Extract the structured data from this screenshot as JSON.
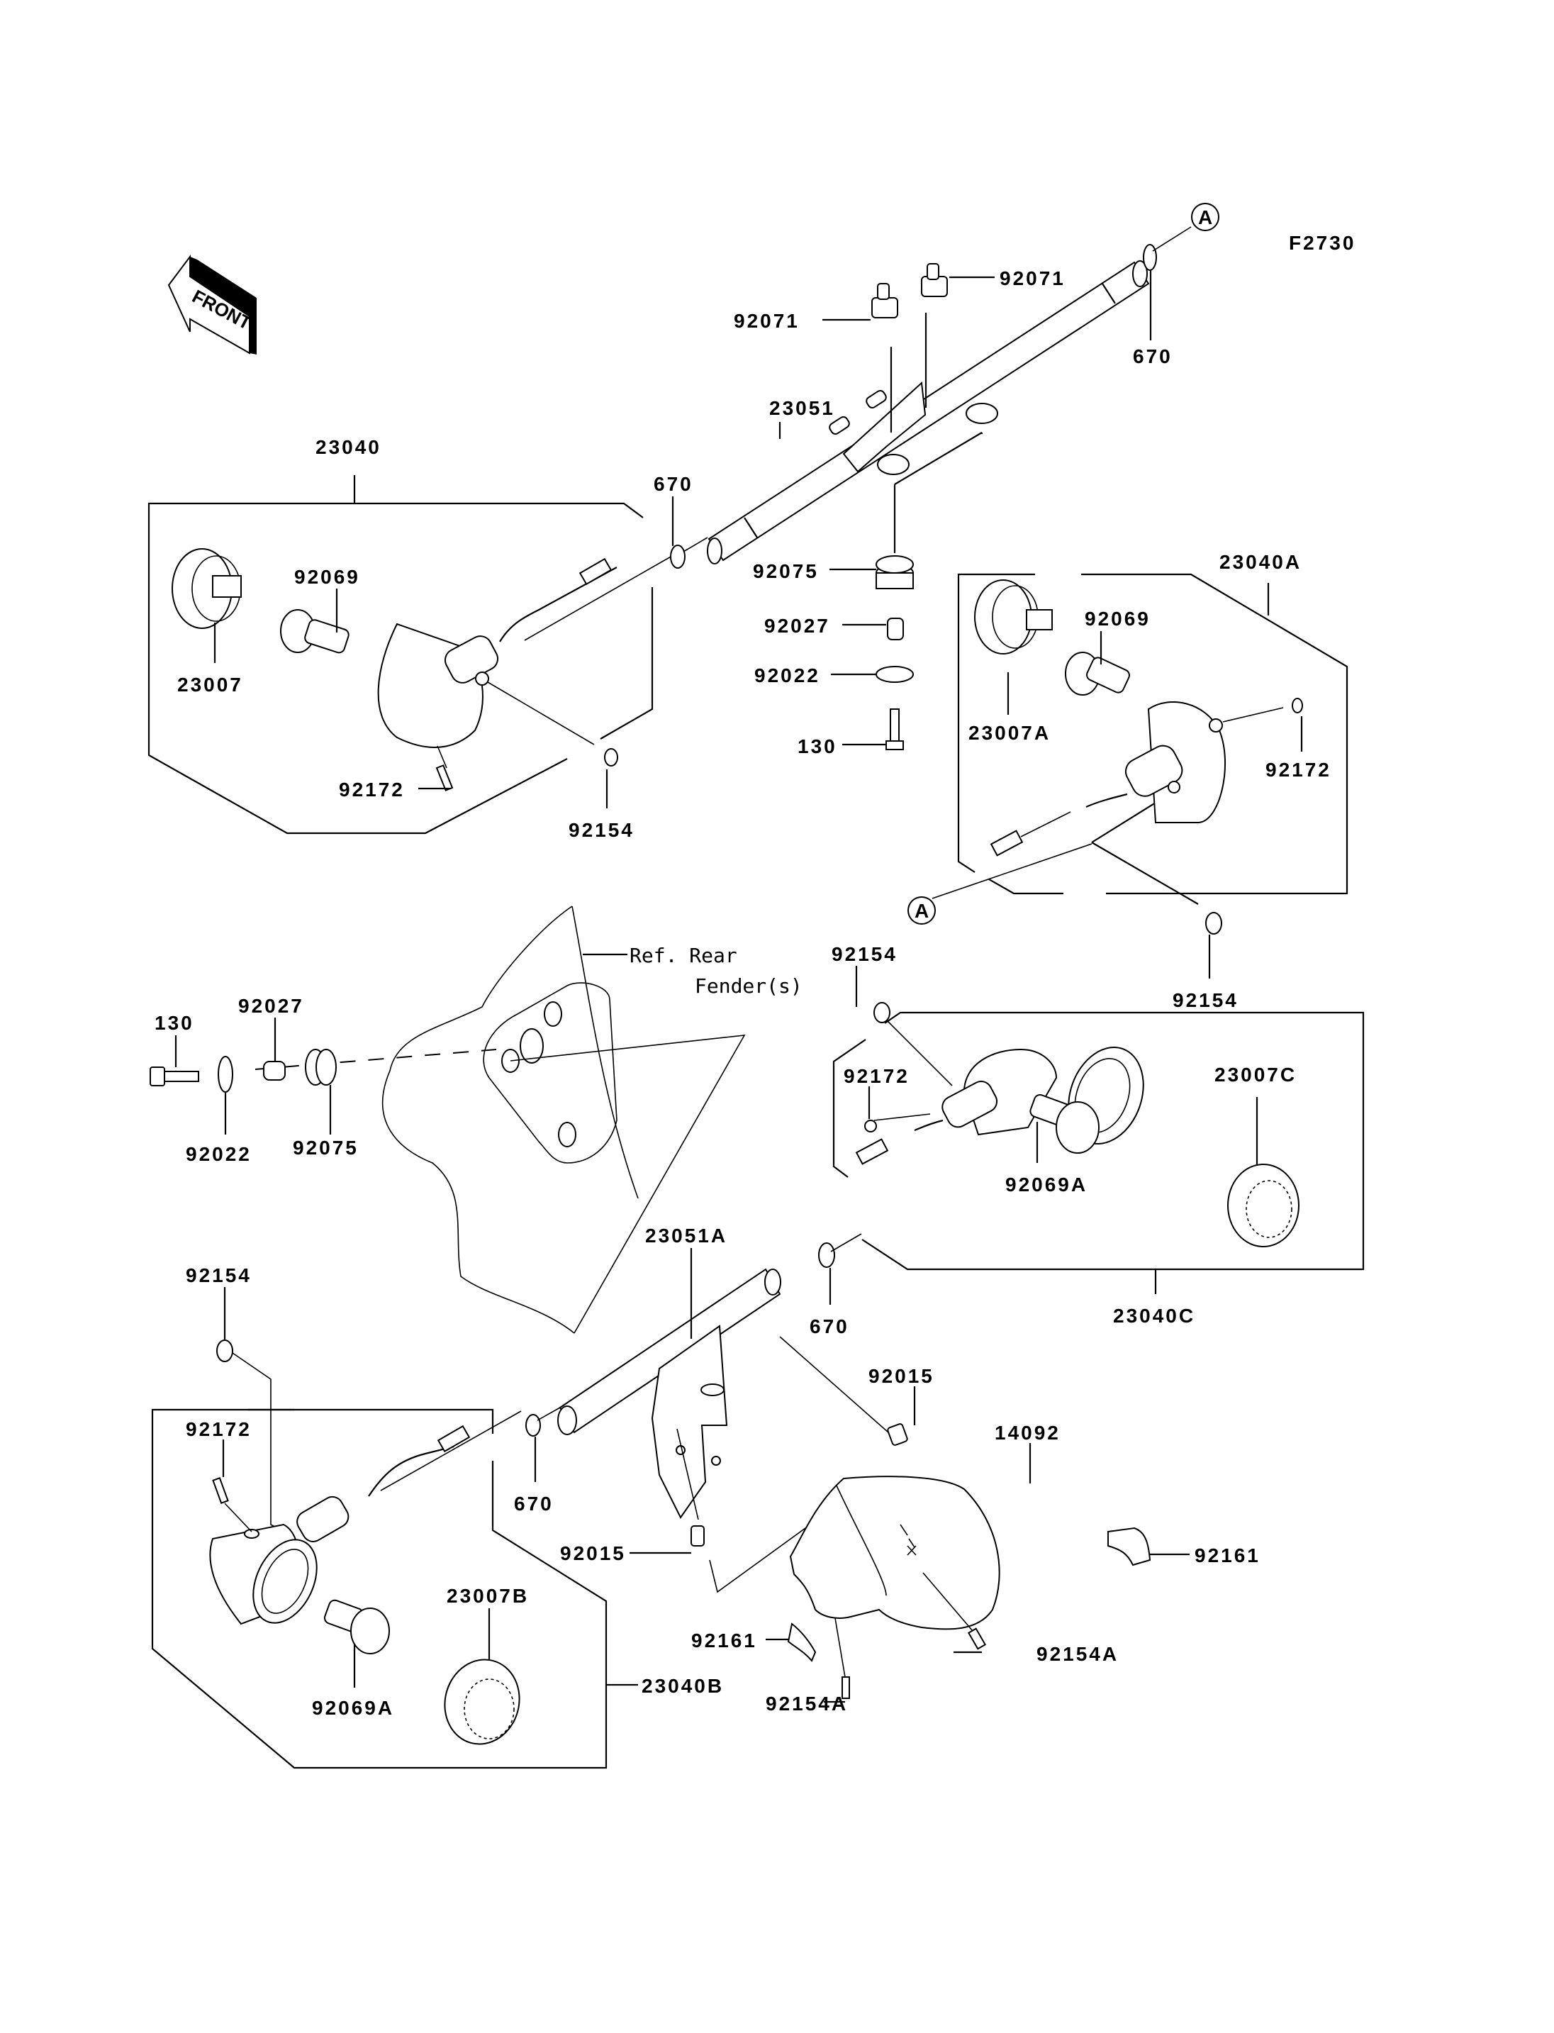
{
  "diagram": {
    "figure_id": "F2730",
    "front_indicator": "FRONT",
    "connector_marker": "A",
    "reference_note": {
      "line1": "Ref. Rear",
      "line2": "Fender(s)"
    },
    "assemblies": {
      "front_left": "23040",
      "front_right": "23040A",
      "rear_right": "23040C",
      "rear_left": "23040B"
    },
    "callouts": {
      "front_stay": "23051",
      "rear_stay": "23051A",
      "grommet_top_left": "92071",
      "grommet_top_right": "92071",
      "oring_top_right": "670",
      "oring_top_left": "670",
      "oring_rear_right": "670",
      "oring_rear_left": "670",
      "damper_front": "92075",
      "collar_front": "92027",
      "washer_front": "92022",
      "bolt_front": "130",
      "lens_fl": "23007",
      "bulb_fl": "92069",
      "screw_fl": "92172",
      "nut_fl": "92154",
      "lens_fr": "23007A",
      "bulb_fr": "92069",
      "screw_fr": "92172",
      "nut_fr": "92154",
      "bolt_rear": "130",
      "collar_rear": "92027",
      "washer_rear": "92022",
      "damper_rear": "92075",
      "nut_rr": "92154",
      "screw_rr": "92172",
      "lens_rr": "23007C",
      "bulb_rr": "92069A",
      "nut_rl": "92154",
      "screw_rl": "92172",
      "lens_rl": "23007B",
      "bulb_rl": "92069A",
      "clamp_upper": "92015",
      "clamp_lower": "92015",
      "cover": "14092",
      "pad_right": "92161",
      "pad_left": "92161",
      "bolt_cover_right": "92154A",
      "bolt_cover_left": "92154A"
    }
  }
}
